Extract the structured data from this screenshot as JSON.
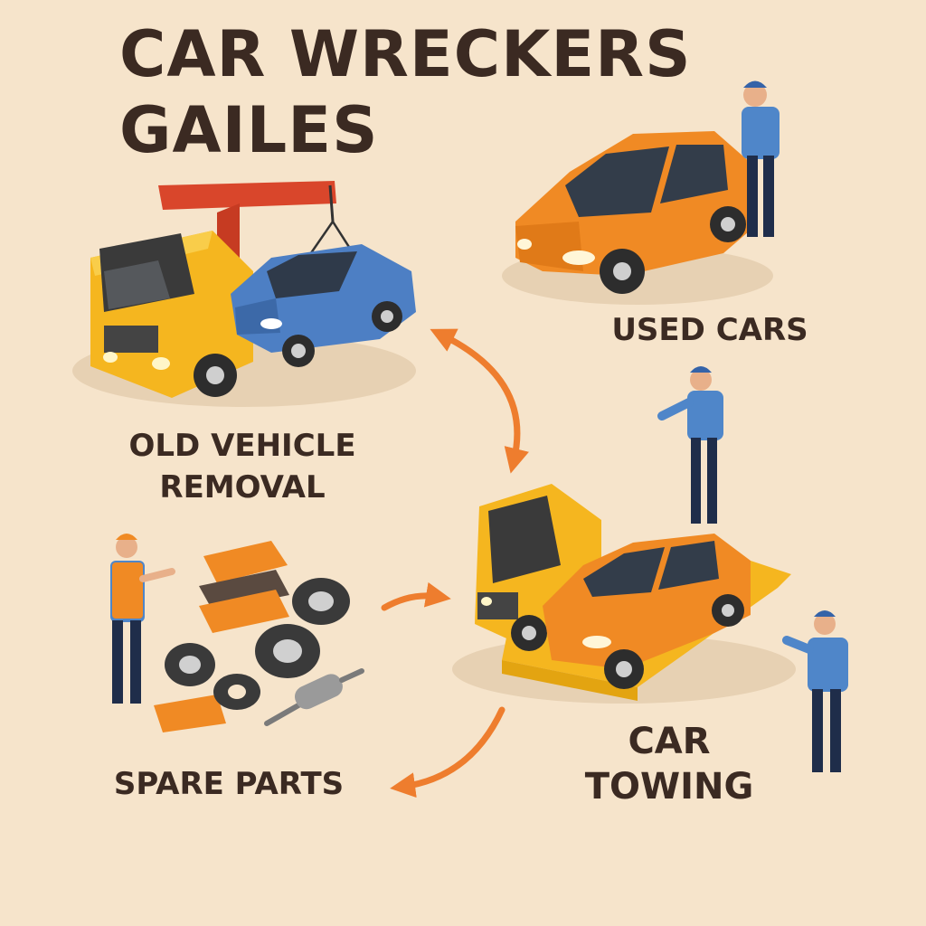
{
  "title": {
    "line1": "CAR WRECKERS",
    "line2": "GAILES"
  },
  "nodes": {
    "old_vehicle_removal": {
      "line1": "OLD VEHICLE",
      "line2": "REMOVAL"
    },
    "used_cars": {
      "label": "USED CARS"
    },
    "spare_parts": {
      "label": "SPARE PARTS"
    },
    "car_towing": {
      "line1": "CAR",
      "line2": "TOWING"
    }
  },
  "colors": {
    "background": "#f6e4cb",
    "text": "#3b2a22",
    "arrow": "#ee7d2e",
    "truck_yellow": "#f5b61f",
    "car_orange": "#f08a24",
    "car_blue": "#4d7fc4",
    "crane_red": "#d9462b"
  },
  "icons": [
    "tow-truck-icon",
    "worker-icon",
    "tire-icon",
    "exhaust-pipe-icon",
    "flatbed-truck-icon",
    "orange-car-icon"
  ]
}
